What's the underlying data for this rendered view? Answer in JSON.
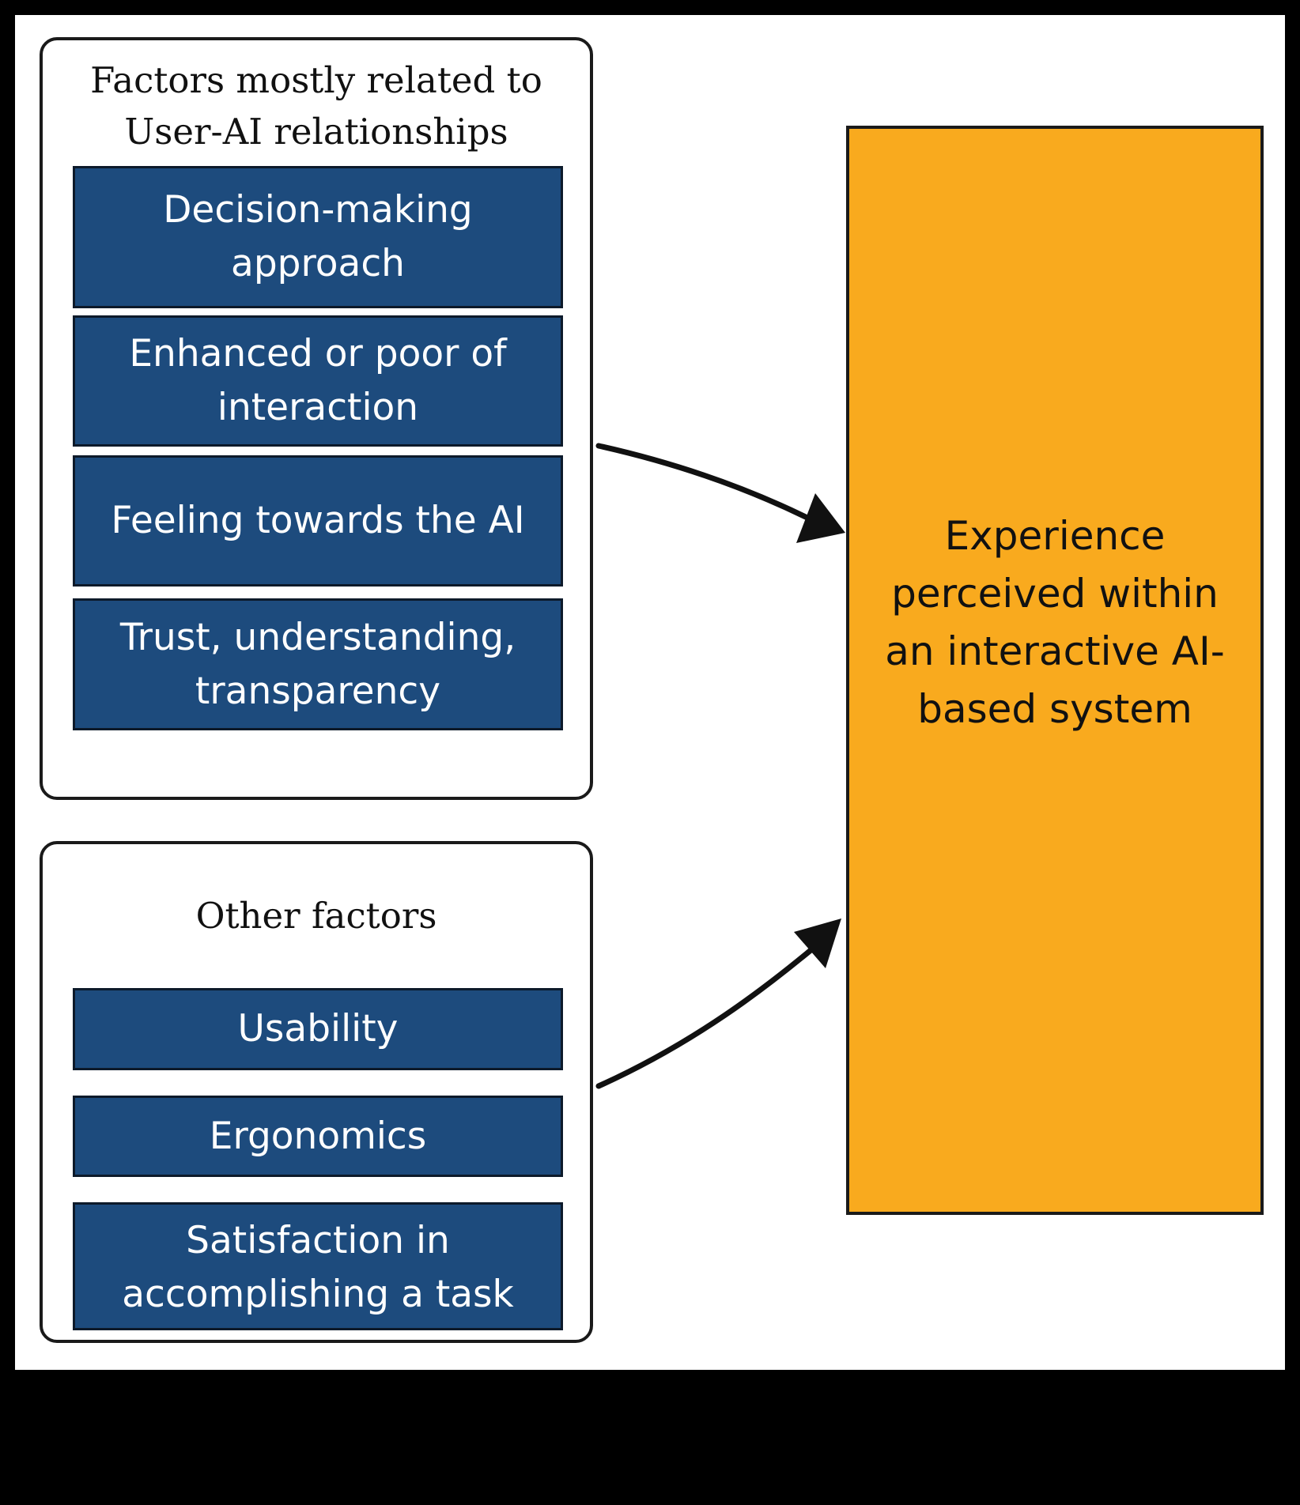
{
  "colors": {
    "frame": "#000000",
    "background": "#ffffff",
    "factor_box": "#1d4b7d",
    "factor_text": "#ffffff",
    "result_box": "#f9aa1e",
    "outline": "#1a1a1a"
  },
  "groups": [
    {
      "title": "Factors mostly related to\nUser-AI relationships",
      "items": [
        "Decision-making\napproach",
        "Enhanced or poor of\ninteraction",
        "Feeling towards the AI",
        "Trust, understanding,\ntransparency"
      ]
    },
    {
      "title": "Other factors",
      "items": [
        "Usability",
        "Ergonomics",
        "Satisfaction in\naccomplishing a task"
      ]
    }
  ],
  "result": {
    "label": "Experience\nperceived within\nan interactive AI-\nbased system"
  },
  "arrows": [
    {
      "from": "groups.0",
      "to": "result"
    },
    {
      "from": "groups.1",
      "to": "result"
    }
  ]
}
